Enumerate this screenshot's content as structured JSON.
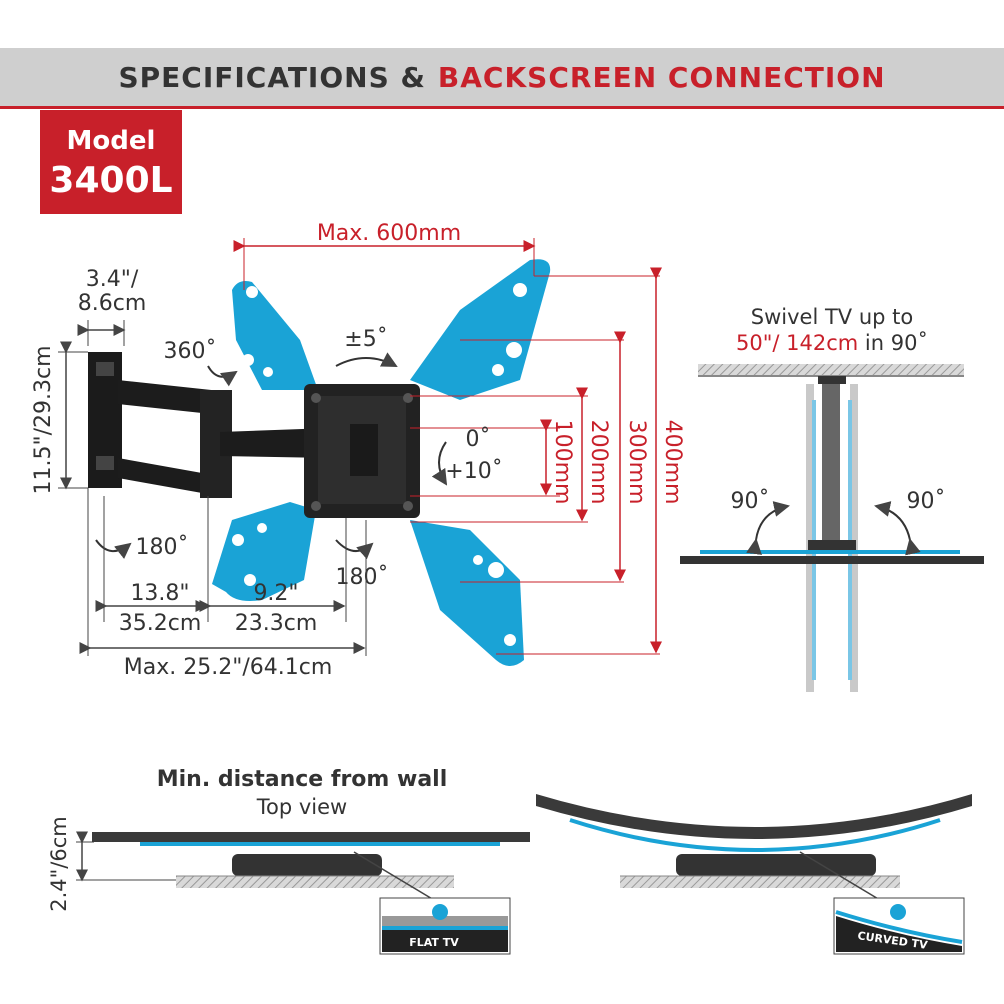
{
  "header": {
    "title_part1": "SPECIFICATIONS &",
    "title_part2": "BACKSCREEN CONNECTION"
  },
  "model": {
    "label": "Model",
    "number": "3400L"
  },
  "dims": {
    "max_width": "Max. 600mm",
    "depth_in": "3.4\"/",
    "depth_cm": "8.6cm",
    "height_label": "11.5\"/29.3cm",
    "rot360": "360˚",
    "tilt5": "±5˚",
    "tilt0": "0˚",
    "tilt10": "+10˚",
    "swivel180a": "180˚",
    "swivel180b": "180˚",
    "arm1_in": "13.8\"",
    "arm1_cm": "35.2cm",
    "arm2_in": "9.2\"",
    "arm2_cm": "23.3cm",
    "max_ext": "Max. 25.2\"/64.1cm",
    "v100": "100mm",
    "v200": "200mm",
    "v300": "300mm",
    "v400": "400mm"
  },
  "swivel": {
    "line1": "Swivel TV up to",
    "line2_red": "50\"/ 142cm",
    "line2_rest": " in 90˚",
    "left": "90˚",
    "right": "90˚"
  },
  "wall": {
    "title": "Min. distance from wall",
    "subtitle": "Top view",
    "dist": "2.4\"/6cm",
    "flat_label": "FLAT TV",
    "curved_label": "CURVED TV"
  },
  "colors": {
    "accent_red": "#c8202a",
    "plate_blue": "#1aa3d6",
    "dark": "#222222",
    "banner_gray": "#cfcfcf"
  }
}
